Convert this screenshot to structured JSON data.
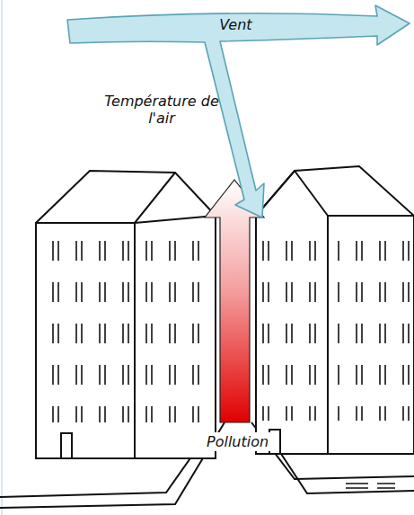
{
  "diagram": {
    "nodes": [
      {
        "text": [
          "Vent"
        ]
      }
    ],
    "labels": [
      "Température de l'air",
      "Pollution"
    ]
  }
}
